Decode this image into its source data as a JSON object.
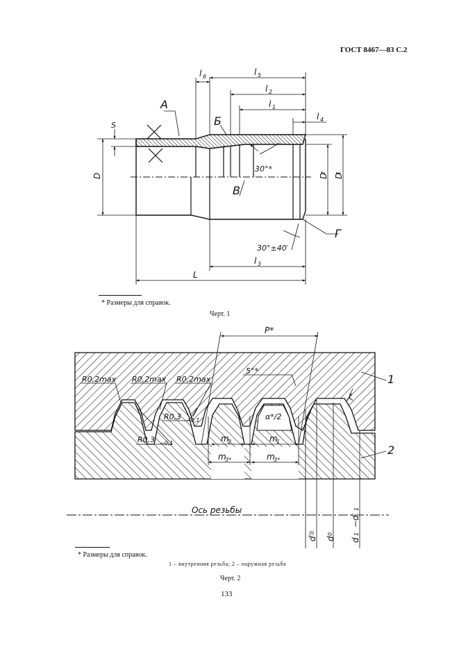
{
  "header": "ГОСТ 8467—83 С.2",
  "fig1": {
    "footnote": "* Размеры для справок.",
    "caption": "Черт. 1",
    "labels": {
      "l6": "l",
      "l6s": "6",
      "l5": "l",
      "l5s": "5",
      "l2": "l",
      "l2s": "2",
      "l1": "l",
      "l1s": "1",
      "l4": "l",
      "l4s": "4",
      "l3": "l",
      "l3s": "3",
      "A": "A",
      "B": "Б",
      "V": "В",
      "G": "Г",
      "S": "S",
      "D": "D",
      "D2": "D",
      "D2s": "2",
      "D1": "D",
      "D1s": "1",
      "L": "L",
      "ang1": "30°*",
      "ang2": "30°±40′"
    }
  },
  "fig2": {
    "footnote": "* Размеры для справок.",
    "legend": "1 – внутренняя резьба; 2 – наружная резьба",
    "caption": "Черт. 2",
    "labels": {
      "P": "P*",
      "r1": "R0,2max",
      "r2": "R0,2max",
      "r3": "R0,2max",
      "r4": "R0,3",
      "r4t": "−0,1",
      "r5": "R0,3",
      "r5t": "−0,1",
      "five": "5°*",
      "alpha": "α*/2",
      "rstar": "r*",
      "m2": "m",
      "m2s": "2",
      "m1": "m",
      "m1s": "1",
      "m3a": "m",
      "m3as": "3*",
      "m3b": "m",
      "m3bs": "3*",
      "one": "1",
      "two": "2",
      "axis": "Ось резьбы",
      "d0p": "d′",
      "d0ps": "0",
      "d0": "d",
      "d0s": "0",
      "d1d": "d",
      "d1ds": "1",
      "d1p": "−d′",
      "d1ps": "1"
    }
  },
  "page_number": "133"
}
